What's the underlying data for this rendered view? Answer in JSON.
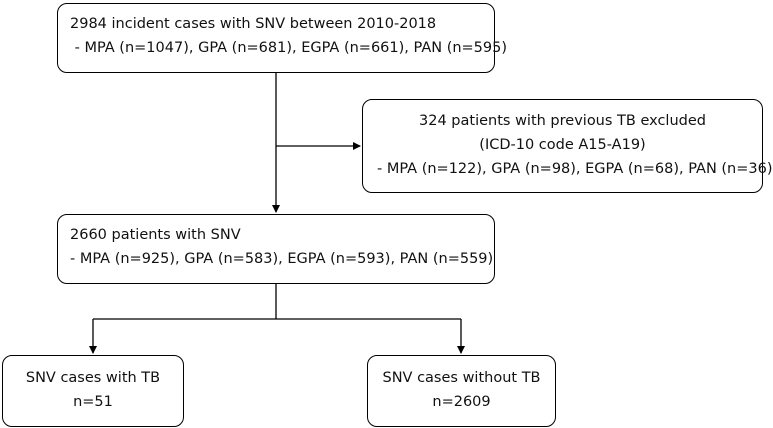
{
  "top": {
    "line1": "2984 incident cases with SNV between 2010-2018",
    "line2": " - MPA (n=1047), GPA (n=681), EGPA (n=661), PAN (n=595)"
  },
  "excluded": {
    "line1": "324 patients with previous TB excluded",
    "line2": "(ICD-10 code A15-A19)",
    "line3": "- MPA (n=122), GPA (n=98), EGPA (n=68), PAN (n=36)"
  },
  "middle": {
    "line1": "2660 patients with SNV",
    "line2": "- MPA (n=925), GPA (n=583), EGPA (n=593), PAN (n=559)"
  },
  "left": {
    "line1": "SNV cases with TB",
    "line2": "n=51"
  },
  "right": {
    "line1": "SNV cases without TB",
    "line2": "n=2609"
  }
}
